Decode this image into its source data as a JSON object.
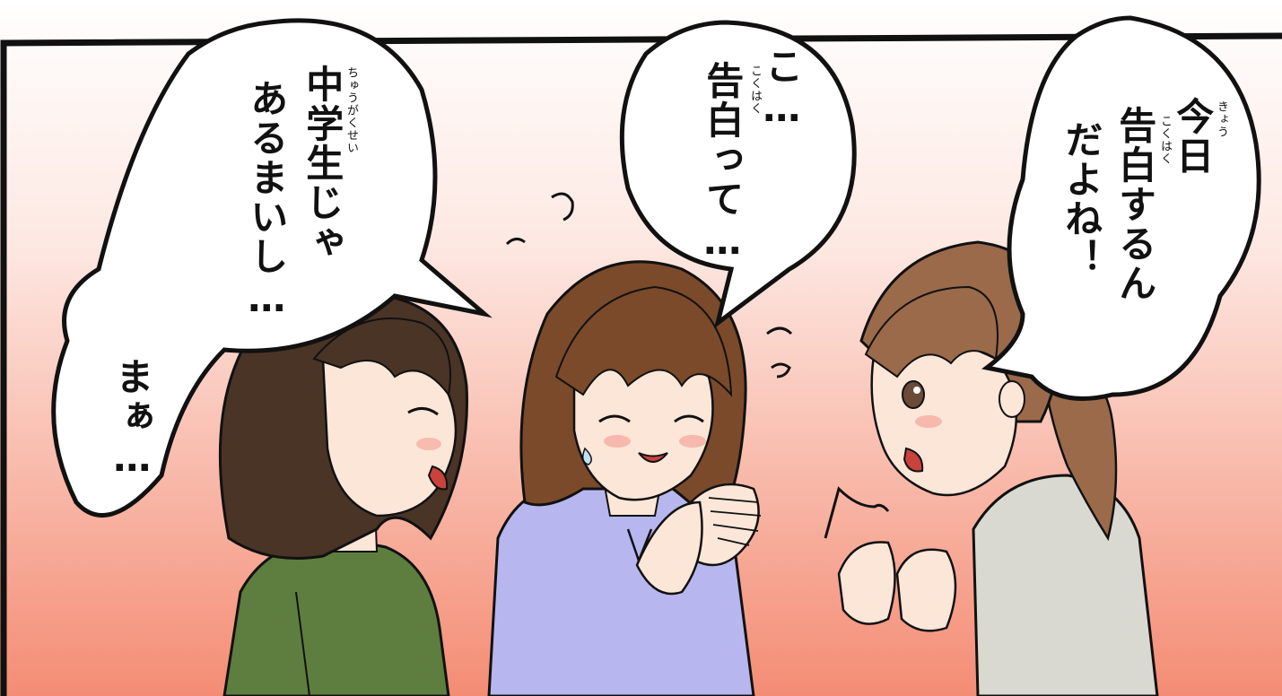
{
  "bubbles": {
    "left": {
      "line1": "中学生じゃ",
      "line2": "あるまいし…",
      "ruby": "ちゅうがくせい"
    },
    "left_bottom": {
      "line1": "まぁ…"
    },
    "center": {
      "line1": "こ…",
      "line2": "告白って…",
      "ruby": "こくはく"
    },
    "right": {
      "line1": "今日",
      "line2": "告白するん",
      "line3": "だよね！",
      "ruby_top": "きょう",
      "ruby_mid": "こくはく"
    }
  },
  "characters": [
    {
      "name": "left-girl",
      "shirt_color": "#5d7e3e",
      "hair_color": "#4a3426"
    },
    {
      "name": "center-girl",
      "shirt_color": "#b7b6ef",
      "hair_color": "#7a4a2a"
    },
    {
      "name": "right-girl",
      "shirt_color": "#d9d9d2",
      "hair_color": "#9a6a4a"
    }
  ],
  "colors": {
    "background_top": "#ffffff",
    "background_bottom": "#f48c74",
    "ink": "#111111"
  }
}
